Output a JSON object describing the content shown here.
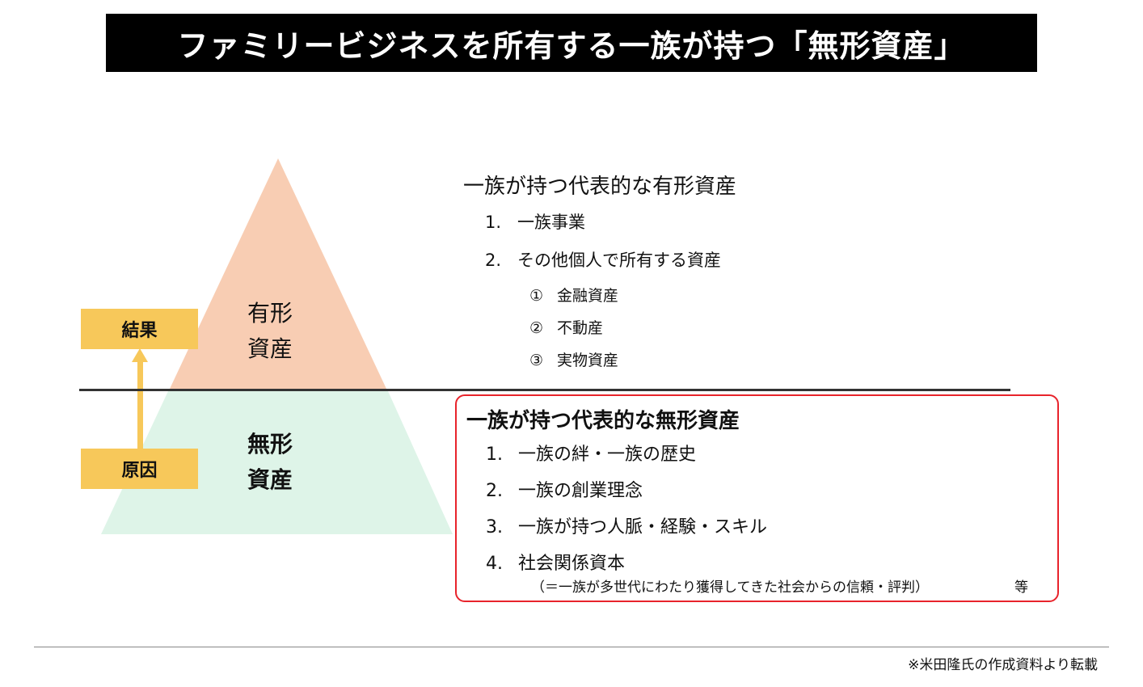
{
  "title": "ファミリービジネスを所有する一族が持つ「無形資産」",
  "labels": {
    "result": "結果",
    "cause": "原因"
  },
  "pyramid": {
    "tangible_line1": "有形",
    "tangible_line2": "資産",
    "intangible_line1": "無形",
    "intangible_line2": "資産",
    "colors": {
      "tangible": "#f8cdb3",
      "intangible": "#def4e8",
      "arrow": "#f7c85a"
    }
  },
  "tangible_assets": {
    "heading": "一族が持つ代表的な有形資産",
    "items": [
      {
        "num": "1.",
        "text": "一族事業"
      },
      {
        "num": "2.",
        "text": "その他個人で所有する資産"
      }
    ],
    "subitems": [
      {
        "num": "①",
        "text": "金融資産"
      },
      {
        "num": "②",
        "text": "不動産"
      },
      {
        "num": "③",
        "text": "実物資産"
      }
    ]
  },
  "intangible_assets": {
    "heading": "一族が持つ代表的な無形資産",
    "items": [
      {
        "num": "1.",
        "text": "一族の絆・一族の歴史"
      },
      {
        "num": "2.",
        "text": "一族の創業理念"
      },
      {
        "num": "3.",
        "text": "一族が持つ人脈・経験・スキル"
      },
      {
        "num": "4.",
        "text": "社会関係資本"
      }
    ],
    "note": "（＝一族が多世代にわたり獲得してきた社会からの信頼・評判）",
    "etc": "等",
    "border_color": "#e8232b"
  },
  "source": "※米田隆氏の作成資料より転載"
}
